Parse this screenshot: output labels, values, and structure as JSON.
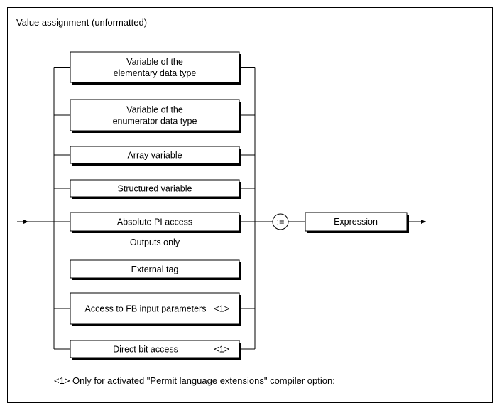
{
  "title": "Value assignment (unformatted)",
  "boxes": [
    {
      "lines": [
        "Variable of the",
        "elementary data type"
      ],
      "note": ""
    },
    {
      "lines": [
        "Variable of the",
        "enumerator data type"
      ],
      "note": ""
    },
    {
      "lines": [
        "Array variable"
      ],
      "note": ""
    },
    {
      "lines": [
        "Structured variable"
      ],
      "note": ""
    },
    {
      "lines": [
        "Absolute PI access"
      ],
      "note": ""
    },
    {
      "lines": [
        "External tag"
      ],
      "note": ""
    },
    {
      "lines": [
        "Access to FB input parameters"
      ],
      "note": "<1>"
    },
    {
      "lines": [
        "Direct bit access"
      ],
      "note": "<1>"
    }
  ],
  "sublabel": "Outputs only",
  "operator": ":=",
  "expression": "Expression",
  "footnote": "<1> Only for activated \"Permit language extensions\" compiler option:"
}
